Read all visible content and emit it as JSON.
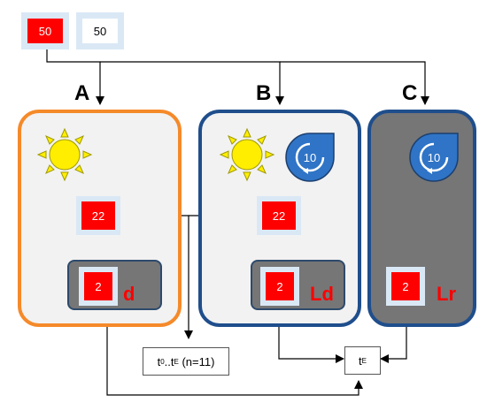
{
  "top": {
    "red_value": "50",
    "white_value": "50"
  },
  "panels": [
    {
      "label": "A",
      "mid_value": "22",
      "sub_value": "2",
      "sub_label": "d"
    },
    {
      "label": "B",
      "mid_value": "22",
      "sub_value": "2",
      "sub_label": "Ld",
      "cycle_value": "10"
    },
    {
      "label": "C",
      "sub_value": "2",
      "sub_label": "Lr",
      "cycle_value": "10"
    }
  ],
  "boxes": {
    "series": {
      "pre": "t",
      "s1": "0",
      "mid": "..t",
      "s2": "E",
      "post": " (n=11)"
    },
    "end": {
      "pre": "t",
      "sub": "E"
    }
  },
  "colors": {
    "orange": "#f58a2a",
    "navy": "#1f4e8c",
    "red": "#ff0000",
    "light_blue": "#dae8f5",
    "cycle_blue": "#2f74c6",
    "sun": "#ffee00"
  }
}
